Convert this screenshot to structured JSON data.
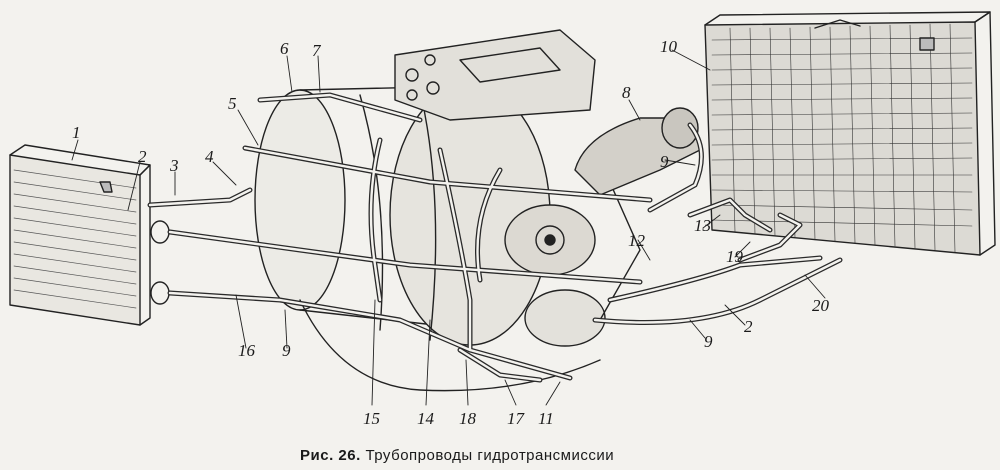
{
  "figure": {
    "caption_prefix": "Рис. 26.",
    "caption_text": "Трубопроводы гидротрансмиссии",
    "callouts": [
      "1",
      "2",
      "3",
      "4",
      "5",
      "6",
      "7",
      "8",
      "9",
      "10",
      "12",
      "13",
      "19",
      "20",
      "2",
      "9",
      "16",
      "9",
      "15",
      "14",
      "18",
      "17",
      "11"
    ]
  }
}
